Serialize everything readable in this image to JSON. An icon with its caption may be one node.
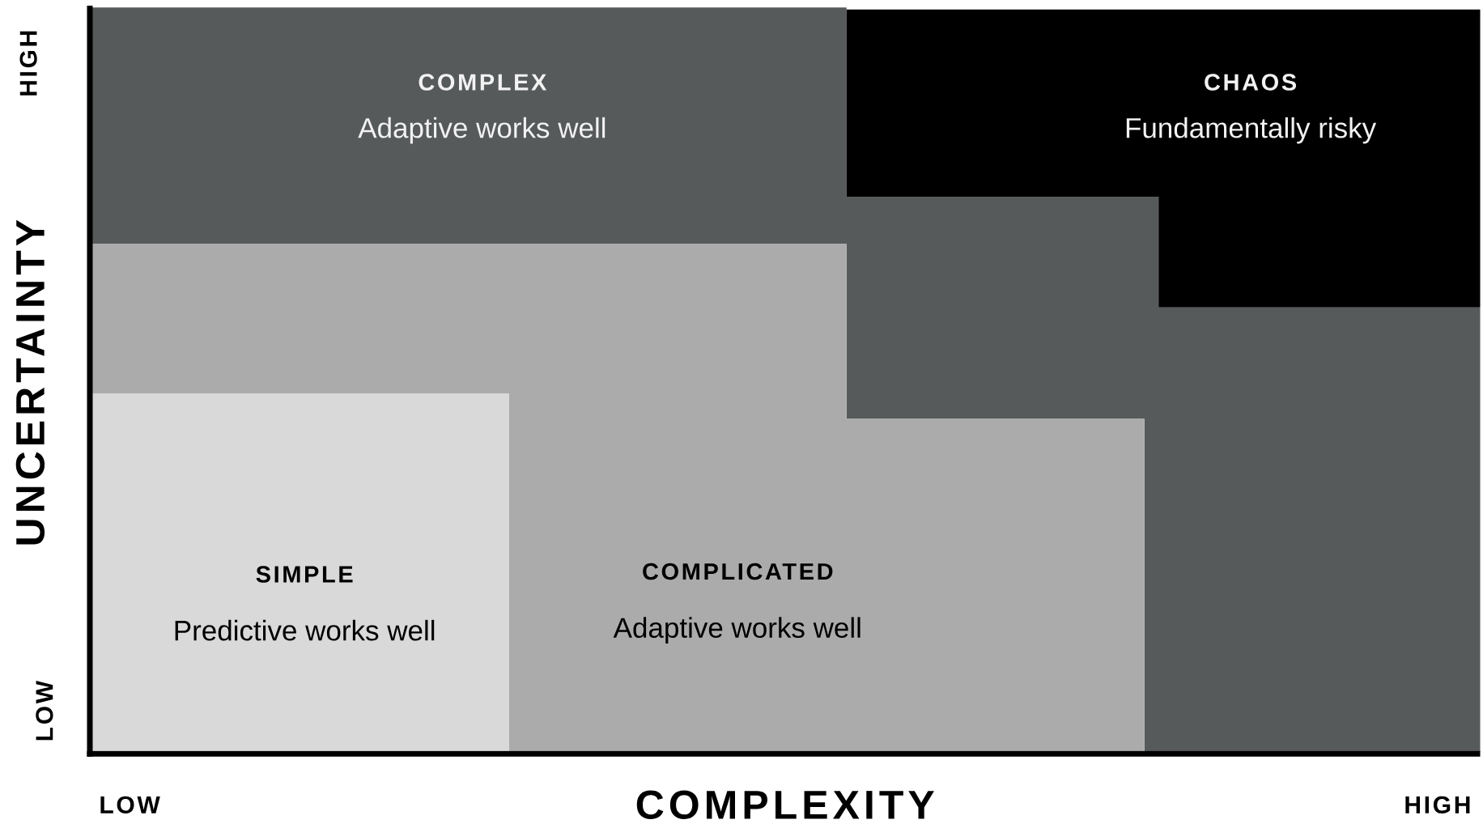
{
  "diagram": {
    "nodes": [
      {
        "text": [
          "COMPLEX",
          "Adaptive works well"
        ]
      },
      {
        "text": [
          "CHAOS",
          "Fundamentally risky"
        ]
      },
      {
        "text": [
          "SIMPLE",
          "Predictive works well"
        ]
      },
      {
        "text": [
          "COMPLICATED",
          "Adaptive works well"
        ]
      }
    ],
    "labels": [
      "HIGH",
      "UNCERTAINTY",
      "LOW",
      "LOW",
      "COMPLEXITY",
      "HIGH"
    ]
  }
}
